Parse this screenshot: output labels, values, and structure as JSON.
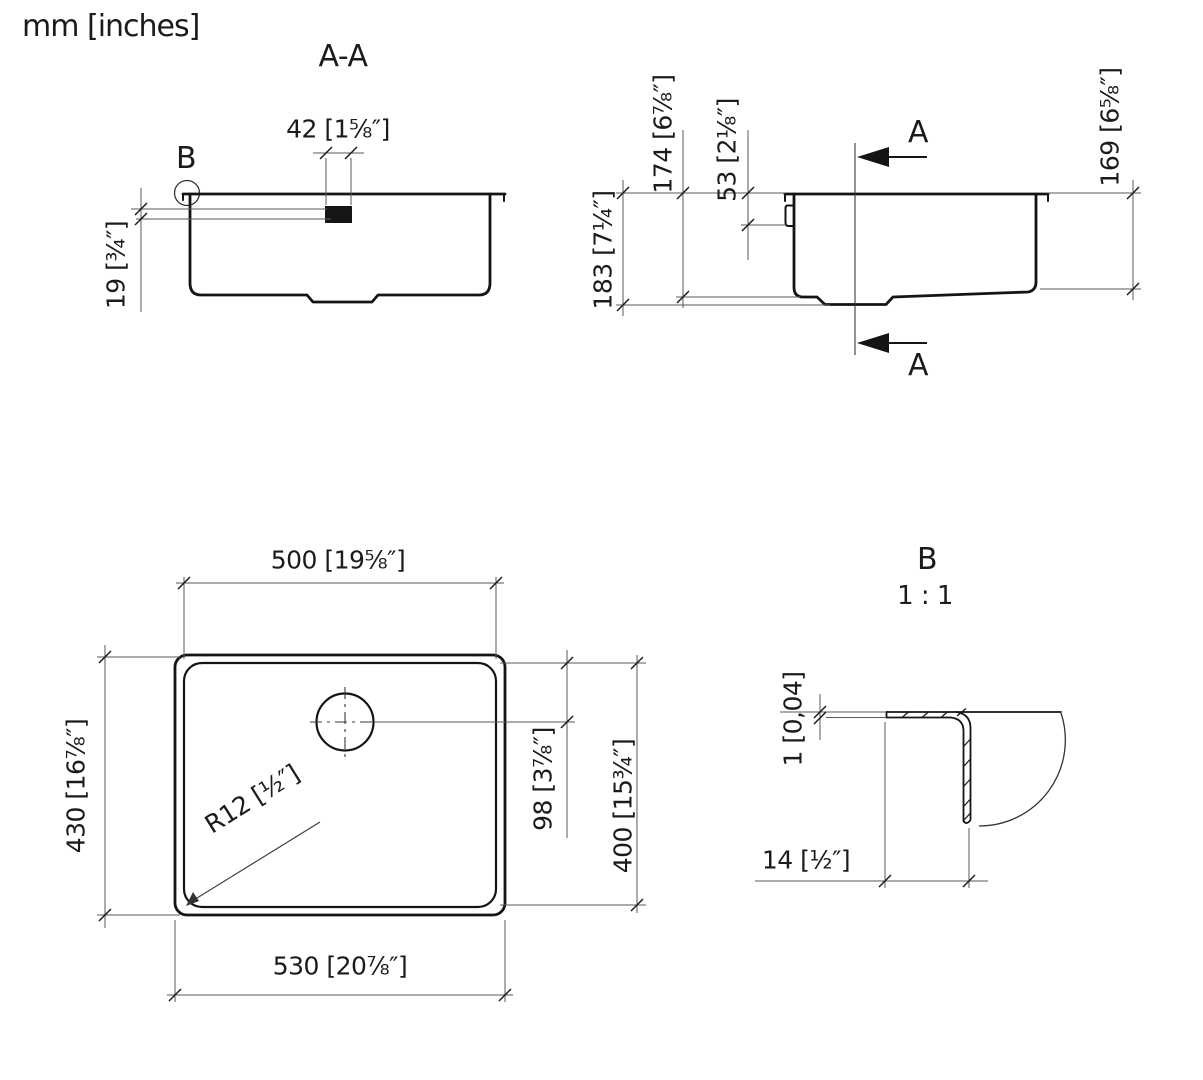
{
  "units_note": "mm [inches]",
  "section_aa": {
    "title": "A-A",
    "detail_marker": "B",
    "dim_fixing_width": "42 [1⁵⁄₈″]",
    "dim_fixing_depth": "19 [³⁄₄″]"
  },
  "side_view": {
    "dim_overall_height": "183 [7¹⁄₄″]",
    "dim_bowl_height": "174 [6⁷⁄₈″]",
    "dim_fixing_offset": "53 [2¹⁄₈″]",
    "dim_rear_height": "169 [6⁵⁄₈″]",
    "section_arrow_top": "A",
    "section_arrow_bottom": "A"
  },
  "plan_view": {
    "dim_bowl_width": "500 [19⁵⁄₈″]",
    "dim_overall_depth": "430 [16⁷⁄₈″]",
    "dim_overall_width": "530 [20⁷⁄₈″]",
    "dim_bowl_depth": "400 [15³⁄₄″]",
    "dim_drain_offset": "98 [3⁷⁄₈″]",
    "dim_corner_radius": "R12 [¹⁄₂″]"
  },
  "detail_b": {
    "title": "B",
    "scale": "1 : 1",
    "dim_material_thickness": "1 [0,04]",
    "dim_flange_width": "14 [¹⁄₂″]"
  }
}
